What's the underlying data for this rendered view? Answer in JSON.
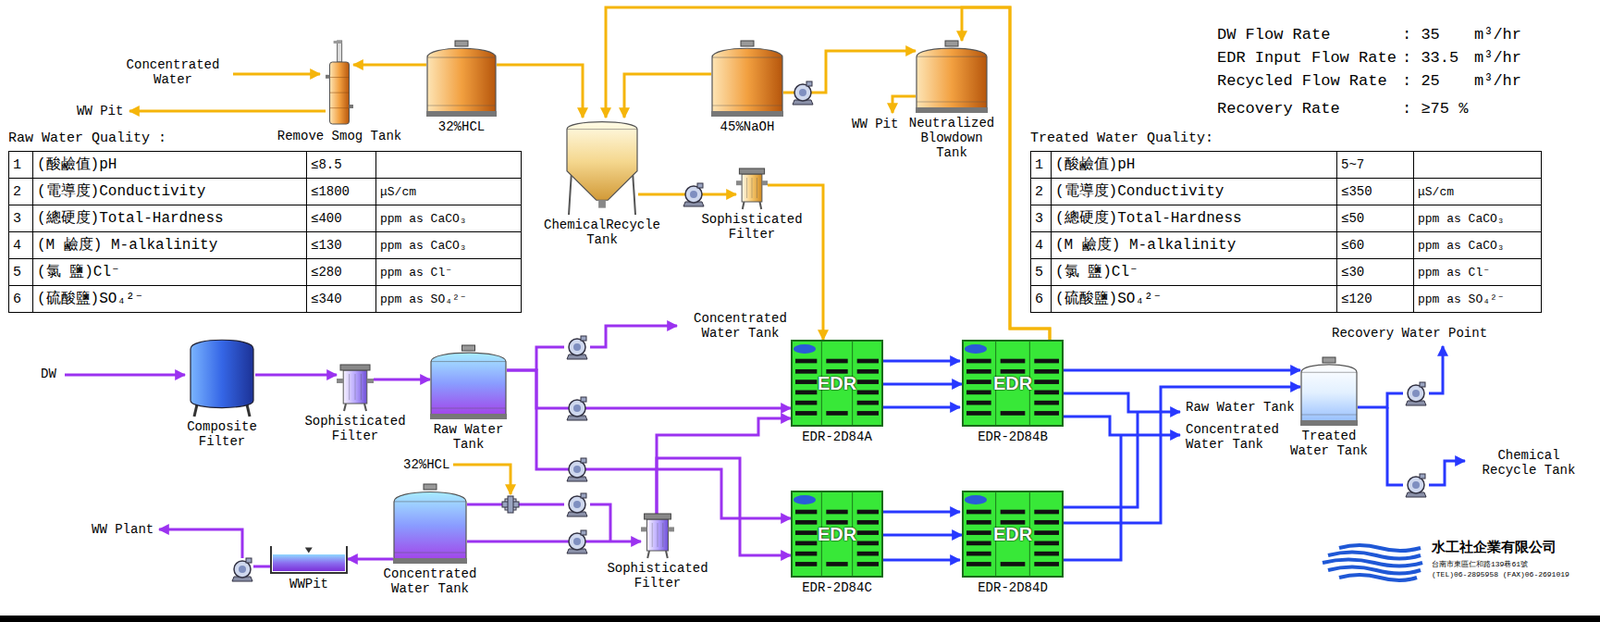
{
  "diagram": {
    "nodes": [
      {
        "text": [
          "Remove Smog Tank"
        ]
      },
      {
        "text": [
          "32%HCL"
        ]
      },
      {
        "text": [
          "45%NaOH"
        ]
      },
      {
        "text": [
          "Neutralized Blowdown Tank"
        ]
      },
      {
        "text": [
          "ChemicalRecycle Tank"
        ]
      },
      {
        "text": [
          "Sophisticated Filter"
        ]
      },
      {
        "text": [
          "Composite Filter"
        ]
      },
      {
        "text": [
          "Sophisticated Filter"
        ]
      },
      {
        "text": [
          "Raw Water Tank"
        ]
      },
      {
        "text": [
          "EDR",
          "EDR-2D84A"
        ]
      },
      {
        "text": [
          "EDR",
          "EDR-2D84B"
        ]
      },
      {
        "text": [
          "EDR",
          "EDR-2D84C"
        ]
      },
      {
        "text": [
          "EDR",
          "EDR-2D84D"
        ]
      },
      {
        "text": [
          "Treated Water Tank"
        ]
      },
      {
        "text": [
          "Concentrated Water Tank"
        ]
      },
      {
        "text": [
          "WWPit"
        ]
      },
      {
        "text": [
          "Sophisticated Filter"
        ]
      }
    ],
    "edges": [
      {
        "from": 1,
        "to": 0,
        "arrow": "to"
      },
      {
        "from": 1,
        "to": 4,
        "arrow": "to"
      },
      {
        "from": 2,
        "to": 4,
        "arrow": "to"
      },
      {
        "from": 2,
        "to": 3,
        "arrow": "to"
      },
      {
        "from": 4,
        "to": 5,
        "arrow": "to"
      },
      {
        "from": 5,
        "to": 9,
        "arrow": "to"
      },
      {
        "from": 10,
        "to": 4,
        "arrow": "to"
      },
      {
        "from": 10,
        "to": 3,
        "arrow": "to"
      },
      {
        "from": 6,
        "to": 7,
        "arrow": "to"
      },
      {
        "from": 7,
        "to": 8,
        "arrow": "to"
      },
      {
        "from": 8,
        "to": 9,
        "arrow": "to"
      },
      {
        "from": 8,
        "to": 11,
        "arrow": "to"
      },
      {
        "from": 9,
        "to": 10,
        "arrow": "to"
      },
      {
        "from": 11,
        "to": 12,
        "arrow": "to"
      },
      {
        "from": 10,
        "to": 13,
        "arrow": "to"
      },
      {
        "from": 12,
        "to": 13,
        "arrow": "to"
      },
      {
        "from": 14,
        "to": 16,
        "arrow": "to"
      },
      {
        "from": 16,
        "to": 9,
        "arrow": "to"
      },
      {
        "from": 16,
        "to": 11,
        "arrow": "to"
      },
      {
        "from": 14,
        "to": 15,
        "arrow": "to"
      }
    ],
    "labels": [
      "Concentrated Water",
      "WW Pit",
      "WW Pit",
      "DW Flow Rate",
      ": 35",
      "m³/hr",
      "EDR Input Flow Rate",
      ": 33.5",
      "m³/hr",
      "Recycled Flow Rate",
      ": 25",
      "m³/hr",
      "Recovery Rate",
      ": ≥75 %",
      "Raw Water Quality :",
      "1",
      "(酸鹼值)pH",
      "≤8.5",
      "2",
      "(電導度)Conductivity",
      "≤1800",
      "μS/cm",
      "3",
      "(總硬度)Total-Hardness",
      "≤400",
      "ppm as CaCO₃",
      "4",
      "(M 鹼度) M-alkalinity",
      "≤130",
      "ppm as CaCO₃",
      "5",
      "(氯 鹽)Cl⁻",
      "≤280",
      "ppm as Cl⁻",
      "6",
      "(硫酸鹽)SO₄²⁻",
      "≤340",
      "ppm as SO₄²⁻",
      "Treated Water Quality:",
      "1",
      "(酸鹼值)pH",
      "5~7",
      "2",
      "(電導度)Conductivity",
      "≤350",
      "μS/cm",
      "3",
      "(總硬度)Total-Hardness",
      "≤50",
      "ppm as CaCO₃",
      "4",
      "(M 鹼度) M-alkalinity",
      "≤60",
      "ppm as CaCO₃",
      "5",
      "(氯 鹽)Cl⁻",
      "≤30",
      "ppm as Cl⁻",
      "6",
      "(硫酸鹽)SO₄²⁻",
      "≤120",
      "ppm as SO₄²⁻",
      "DW",
      "Concentrated Water Tank",
      "32%HCL",
      "WW Plant",
      "Raw Water Tank",
      "Concentrated Water Tank",
      "Recovery Water Point",
      "Chemical Recycle Tank",
      "水工社企業有限公司",
      "台南市東區仁和路139巷61號",
      "(TEL)06-2895958 (FAX)06-2691019"
    ]
  }
}
